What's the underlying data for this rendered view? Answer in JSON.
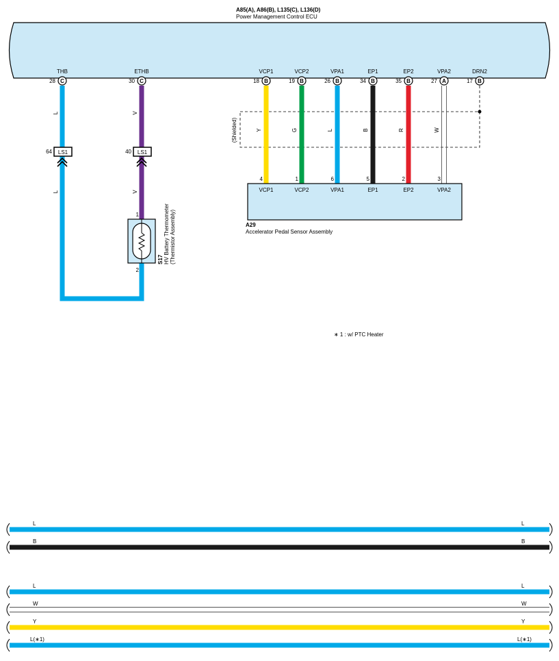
{
  "ecu": {
    "connector_codes": "A85(A), A86(B), L135(C), L136(D)",
    "name": "Power Management Control ECU",
    "pins": [
      {
        "label": "THB",
        "pin": "28",
        "conn": "C"
      },
      {
        "label": "ETHB",
        "pin": "30",
        "conn": "C"
      },
      {
        "label": "VCP1",
        "pin": "18",
        "conn": "B"
      },
      {
        "label": "VCP2",
        "pin": "19",
        "conn": "B"
      },
      {
        "label": "VPA1",
        "pin": "26",
        "conn": "B"
      },
      {
        "label": "EP1",
        "pin": "34",
        "conn": "B"
      },
      {
        "label": "EP2",
        "pin": "35",
        "conn": "B"
      },
      {
        "label": "VPA2",
        "pin": "27",
        "conn": "A"
      },
      {
        "label": "DRN2",
        "pin": "17",
        "conn": "B"
      }
    ]
  },
  "wires": {
    "thb_upper": "L",
    "thb_lower": "L",
    "ethb_upper": "V",
    "ethb_lower": "V",
    "vcp1": "Y",
    "vcp2": "G",
    "vpa1": "L",
    "ep1": "B",
    "ep2": "R",
    "vpa2": "W"
  },
  "shield_label": "(Shielded)",
  "junction": {
    "code": "LS1",
    "thb_pin": "64",
    "ethb_pin": "40"
  },
  "thermistor": {
    "code": "S17",
    "name": "HV Battery Thermometer",
    "sub": "(Thermistor Assembly)",
    "pin1": "1",
    "pin2": "2"
  },
  "sensor": {
    "code": "A29",
    "name": "Accelerator Pedal Sensor Assembly",
    "pins": [
      {
        "label": "VCP1",
        "pin": "4"
      },
      {
        "label": "VCP2",
        "pin": "1"
      },
      {
        "label": "VPA1",
        "pin": "6"
      },
      {
        "label": "EP1",
        "pin": "5"
      },
      {
        "label": "EP2",
        "pin": "2"
      },
      {
        "label": "VPA2",
        "pin": "3"
      }
    ]
  },
  "note": "∗ 1 : w/ PTC Heater",
  "continuation_wires": [
    {
      "left": "L",
      "right": "L"
    },
    {
      "left": "B",
      "right": "B"
    },
    {
      "left": "L",
      "right": "L"
    },
    {
      "left": "W",
      "right": "W"
    },
    {
      "left": "Y",
      "right": "Y"
    },
    {
      "left": "L(∗1)",
      "right": "L(∗1)"
    }
  ],
  "colors": {
    "ecu_fill": "#cce9f7",
    "blue": "#00a9e8",
    "violet": "#6b2f8e",
    "yellow": "#ffdd00",
    "green": "#00a04a",
    "black": "#1a1a1a",
    "red": "#e3202a"
  }
}
